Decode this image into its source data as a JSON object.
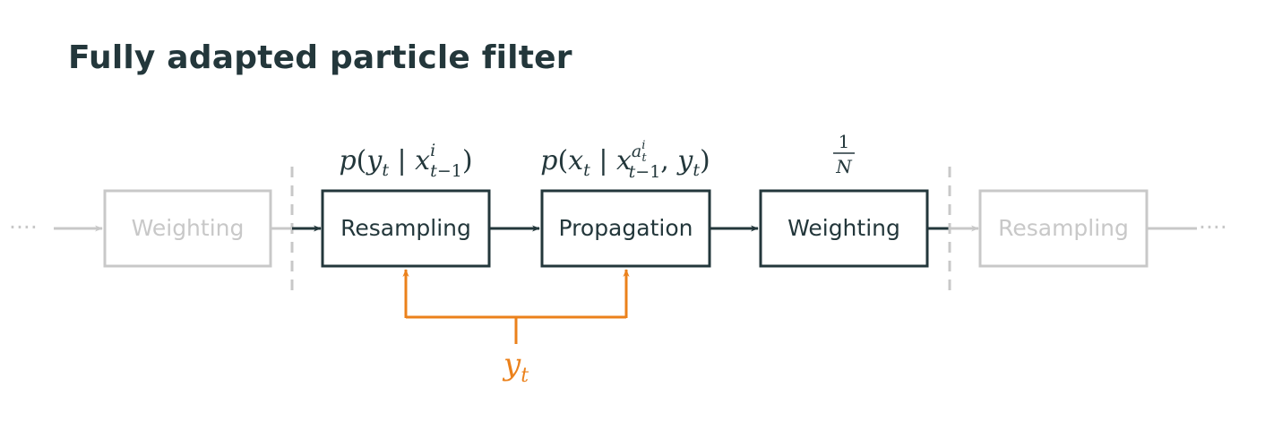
{
  "title": "Fully adapted particle filter",
  "colors": {
    "text": "#23373b",
    "faded": "#c8c8c8",
    "accent": "#eb811b",
    "background": "#ffffff"
  },
  "boxes": [
    {
      "id": "weighting-prev",
      "label": "Weighting",
      "state": "faded"
    },
    {
      "id": "resampling",
      "label": "Resampling",
      "state": "active"
    },
    {
      "id": "propagation",
      "label": "Propagation",
      "state": "active"
    },
    {
      "id": "weighting",
      "label": "Weighting",
      "state": "active"
    },
    {
      "id": "resampling-next",
      "label": "Resampling",
      "state": "faded"
    }
  ],
  "annotations": {
    "resampling": "p(y_t | x^i_{t-1})",
    "propagation": "p(x_t | x^{a^i_t}_{t-1}, y_t)",
    "weighting": "1/N"
  },
  "observation": "y_t",
  "continuation": "····"
}
